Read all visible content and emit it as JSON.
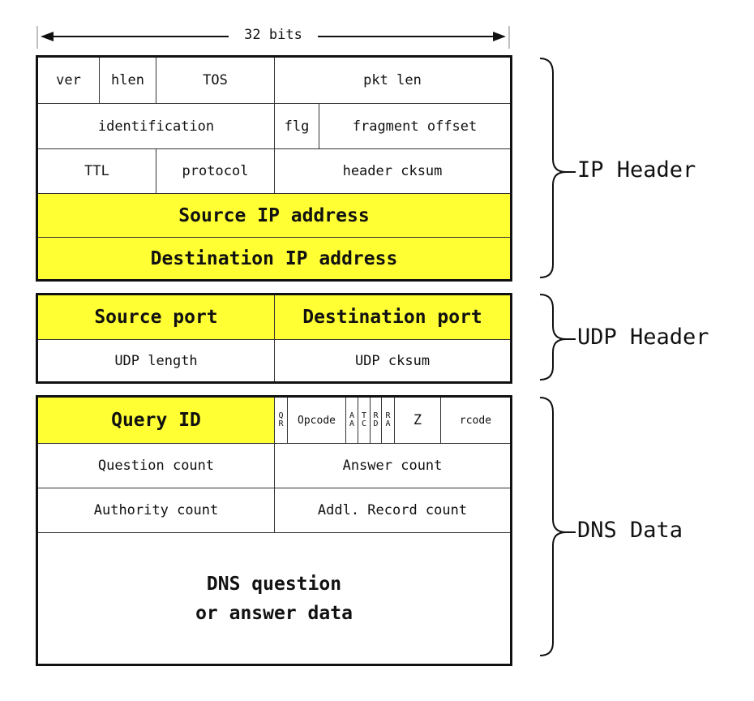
{
  "ruler": {
    "label": "32 bits"
  },
  "ip_header": {
    "label": "IP Header",
    "row1": {
      "ver": "ver",
      "hlen": "hlen",
      "tos": "TOS",
      "pkt_len": "pkt len"
    },
    "row2": {
      "identification": "identification",
      "flg": "flg",
      "fragment_offset": "fragment offset"
    },
    "row3": {
      "ttl": "TTL",
      "protocol": "protocol",
      "header_cksum": "header cksum"
    },
    "source_ip": "Source IP address",
    "destination_ip": "Destination IP address"
  },
  "udp_header": {
    "label": "UDP Header",
    "source_port": "Source port",
    "destination_port": "Destination port",
    "udp_length": "UDP length",
    "udp_cksum": "UDP cksum"
  },
  "dns_data": {
    "label": "DNS Data",
    "query_id": "Query ID",
    "flags": {
      "qr": "Q\nR",
      "opcode": "Opcode",
      "aa": "A\nA",
      "tc": "T\nC",
      "rd": "R\nD",
      "ra": "R\nA",
      "z": "Z",
      "rcode": "rcode"
    },
    "question_count": "Question count",
    "answer_count": "Answer count",
    "authority_count": "Authority count",
    "addl_record_count": "Addl. Record count",
    "payload": "DNS question\nor answer data"
  },
  "colors": {
    "highlight": "#ffff33",
    "border": "#111111"
  }
}
